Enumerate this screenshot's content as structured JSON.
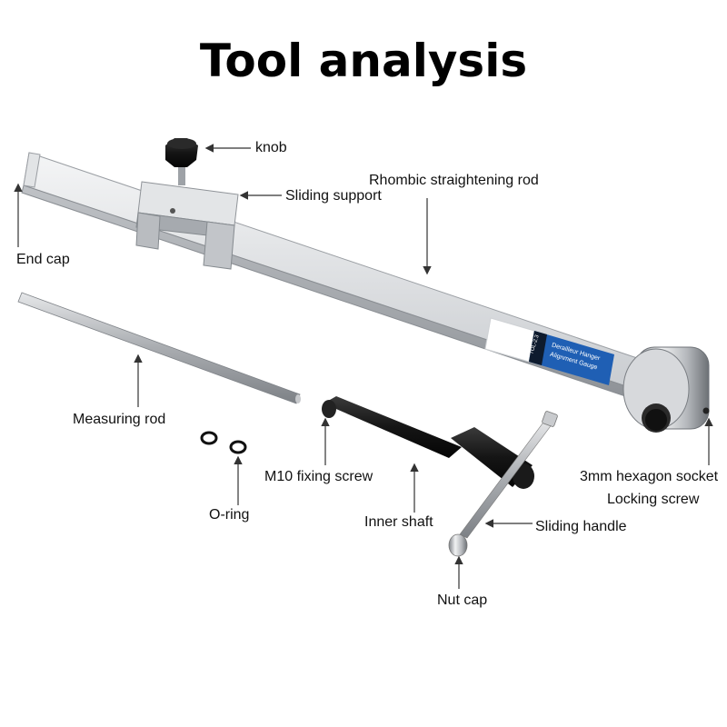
{
  "title": "Tool analysis",
  "labels": {
    "knob": "knob",
    "sliding_support": "Sliding support",
    "rhombic_rod": "Rhombic straightening rod",
    "end_cap": "End cap",
    "measuring_rod": "Measuring rod",
    "o_ring": "O-ring",
    "m10_screw": "M10 fixing screw",
    "inner_shaft": "Inner shaft",
    "sliding_handle": "Sliding handle",
    "nut_cap": "Nut cap",
    "hexagon_socket": "3mm hexagon socket",
    "locking_screw": "Locking screw"
  },
  "product_sticker": {
    "code": "TOL-2.3",
    "line1": "Derailleur Hanger",
    "line2": "Alignment Gauge"
  },
  "colors": {
    "sticker_blue": "#1f5fb4",
    "metal": "#d4d6d9",
    "black_part": "#151515"
  }
}
